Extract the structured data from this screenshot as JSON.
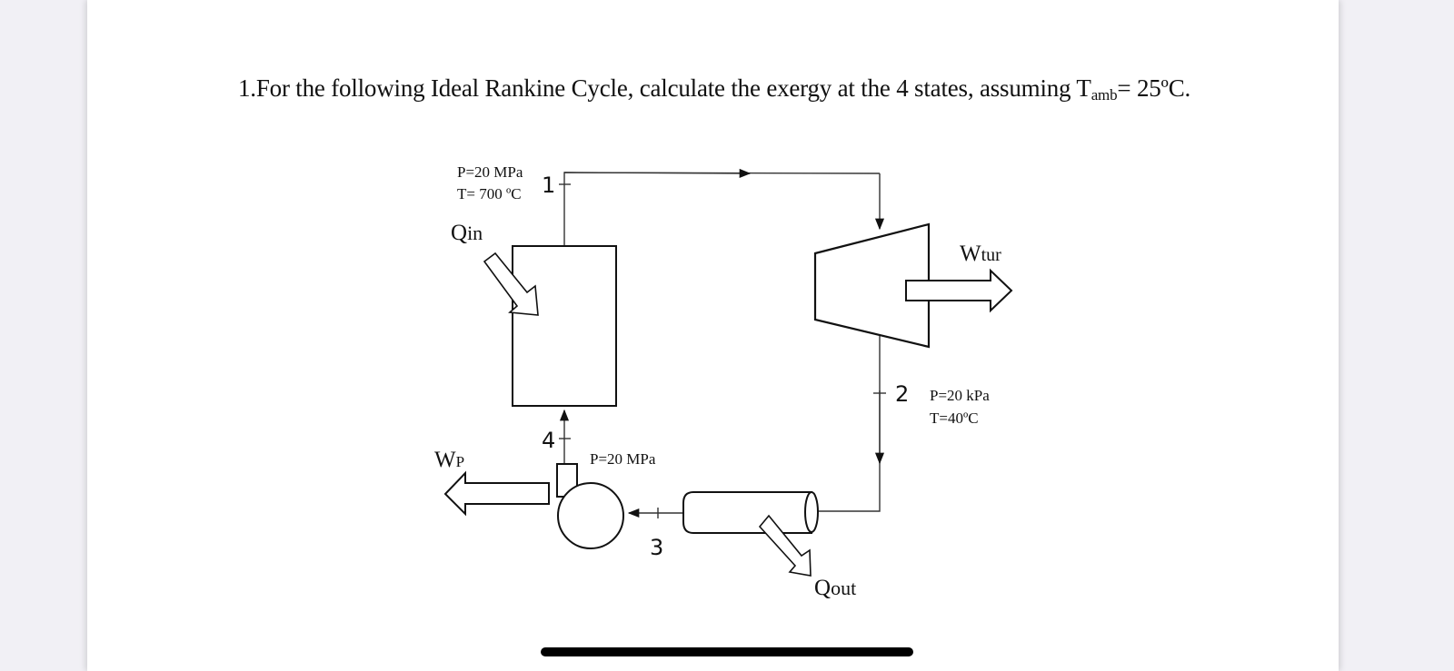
{
  "question": {
    "prefix": "1.For the following Ideal Rankine Cycle, calculate the exergy at the 4 states, assuming T",
    "subscript": "amb",
    "suffix": "= 25ºC."
  },
  "diagram": {
    "state1": {
      "number": "1",
      "pressure": "P=20 MPa",
      "temperature": "T= 700 ºC"
    },
    "state2": {
      "number": "2",
      "pressure": "P=20 kPa",
      "temperature": "T=40ºC"
    },
    "state3": {
      "number": "3"
    },
    "state4": {
      "number": "4",
      "pressure": "P=20 MPa"
    },
    "heat_in": {
      "main": "Q",
      "sub": "in"
    },
    "heat_out": {
      "main": "Q",
      "sub": "out"
    },
    "turbine_work": {
      "main": "W",
      "sub": "tur"
    },
    "pump_work": {
      "main": "W",
      "sub": "P"
    },
    "components": [
      "boiler",
      "turbine",
      "condenser",
      "pump"
    ]
  },
  "colors": {
    "background": "#f1f0f5",
    "page": "#ffffff",
    "ink": "#111111",
    "home_indicator": "#000000"
  }
}
